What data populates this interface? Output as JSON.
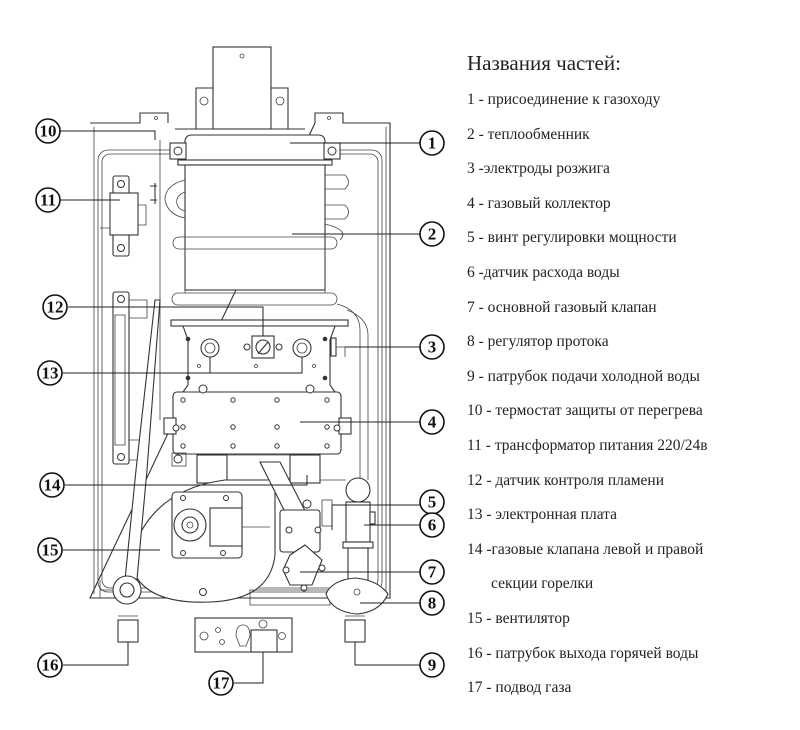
{
  "legend": {
    "title": "Названия частей:",
    "items": [
      {
        "num": "1",
        "text": "1 - присоединение к газоходу"
      },
      {
        "num": "2",
        "text": "2 - теплообменник"
      },
      {
        "num": "3",
        "text": "3 -электроды розжига"
      },
      {
        "num": "4",
        "text": "4 - газовый коллектор"
      },
      {
        "num": "5",
        "text": "5 - винт регулировки мощности"
      },
      {
        "num": "6",
        "text": "6 -датчик расхода воды"
      },
      {
        "num": "7",
        "text": "7 - основной газовый клапан"
      },
      {
        "num": "8",
        "text": "8 - регулятор протока"
      },
      {
        "num": "9",
        "text": "9 - патрубок подачи холодной воды"
      },
      {
        "num": "10",
        "text": "10 - термостат защиты от перегрева"
      },
      {
        "num": "11",
        "text": "11 - трансформатор питания 220/24в"
      },
      {
        "num": "12",
        "text": "12 - датчик контроля пламени"
      },
      {
        "num": "13",
        "text": "13 - электронная плата"
      },
      {
        "num": "14",
        "text": "14 -газовые клапана левой и правой"
      },
      {
        "num": "14",
        "text": "секции горелки",
        "continuation": true
      },
      {
        "num": "15",
        "text": "15 - вентилятор"
      },
      {
        "num": "16",
        "text": "16 - патрубок выхода горячей воды"
      },
      {
        "num": "17",
        "text": "17 - подвод газа"
      }
    ]
  },
  "callouts": {
    "c1": "1",
    "c2": "2",
    "c3": "3",
    "c4": "4",
    "c5": "5",
    "c6": "6",
    "c7": "7",
    "c8": "8",
    "c9": "9",
    "c10": "10",
    "c11": "11",
    "c12": "12",
    "c13": "13",
    "c14": "14",
    "c15": "15",
    "c16": "16",
    "c17": "17"
  }
}
